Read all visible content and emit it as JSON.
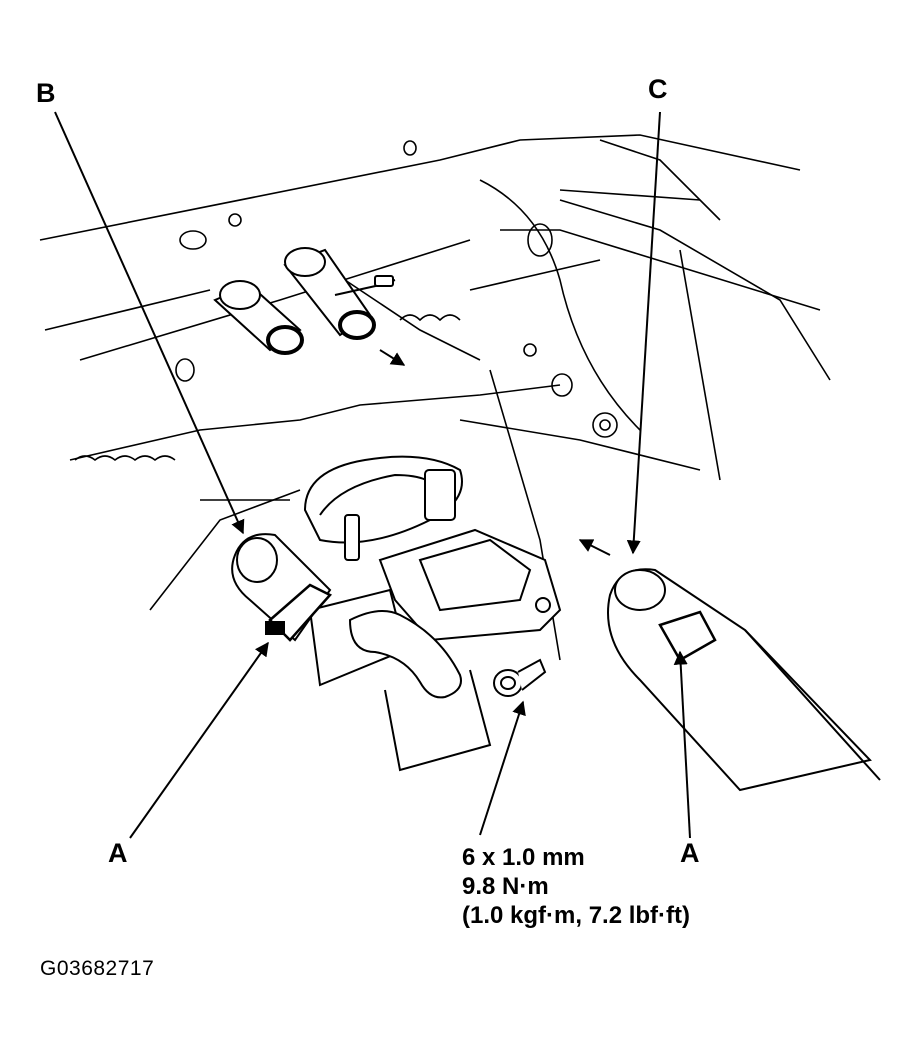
{
  "callouts": {
    "b": "B",
    "c": "C",
    "a_left": "A",
    "a_right": "A"
  },
  "bolt_spec": {
    "size": "6 x 1.0 mm",
    "torque_nm": "9.8 N·m",
    "torque_alt": "(1.0 kgf·m, 7.2 lbf·ft)"
  },
  "figure_id": "G03682717",
  "colors": {
    "ink": "#000000",
    "paper": "#ffffff"
  }
}
